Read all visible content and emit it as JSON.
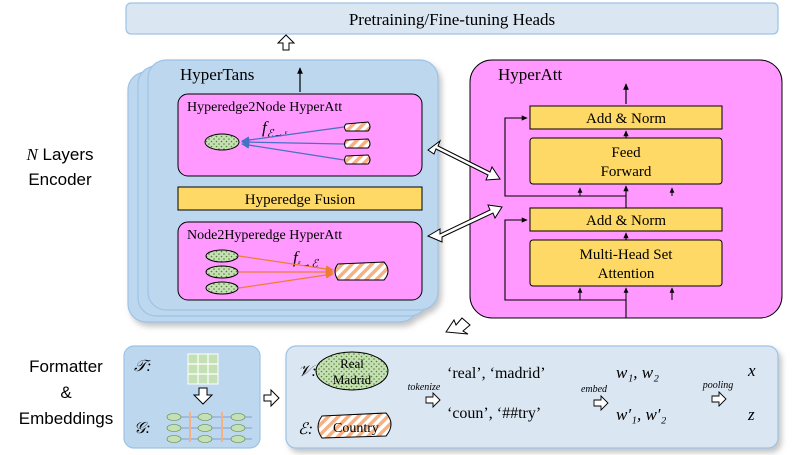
{
  "top_head": {
    "label": "Pretraining/Fine-tuning Heads"
  },
  "encoder_label": {
    "line1_var": "N",
    "line1_rest": " Layers",
    "line2": "Encoder"
  },
  "hypertrans": {
    "title": "HyperTans",
    "h2n": {
      "title": "Hyperedge2Node HyperAtt",
      "func": "f",
      "func_sub": "ℰ→ᵋ"
    },
    "fusion": {
      "label": "Hyperedge Fusion"
    },
    "n2h": {
      "title": "Node2Hyperedge HyperAtt",
      "func": "f",
      "func_sub": "ᵋ→ℰ"
    }
  },
  "hyperatt": {
    "title": "HyperAtt",
    "add_norm_top": "Add & Norm",
    "feed_forward_line1": "Feed",
    "feed_forward_line2": "Forward",
    "add_norm_bottom": "Add & Norm",
    "mhsa_line1": "Multi-Head Set",
    "mhsa_line2": "Attention"
  },
  "formatter_label": {
    "line1": "Formatter",
    "line2": "&",
    "line3": "Embeddings"
  },
  "formatter": {
    "table_symbol": "𝒯:",
    "graph_symbol": "𝒢:"
  },
  "embeddings": {
    "node_symbol": "𝒱:",
    "node_line1": "Real",
    "node_line2": "Madrid",
    "edge_symbol": "ℰ:",
    "edge_label": "Country",
    "tokenize": "tokenize",
    "tokens_top": "‘real’, ‘madrid’",
    "tokens_bottom": "‘coun’, ‘##try’",
    "embed": "embed",
    "w_top": "w₁, w₂",
    "w_bottom": "w′₁, w′₂",
    "pooling": "pooling",
    "out_top": "x",
    "out_bottom": "z"
  },
  "colors": {
    "panel_blue": "#bdd7ee",
    "head_box": "#dae6f2",
    "magenta": "#ff99ff",
    "yellow": "#ffd966",
    "green_ellipse": "#c5e0b4",
    "orange_hatch": "#f4b183",
    "edge_blue": "#4472c4",
    "edge_orange": "#ed7d31"
  }
}
